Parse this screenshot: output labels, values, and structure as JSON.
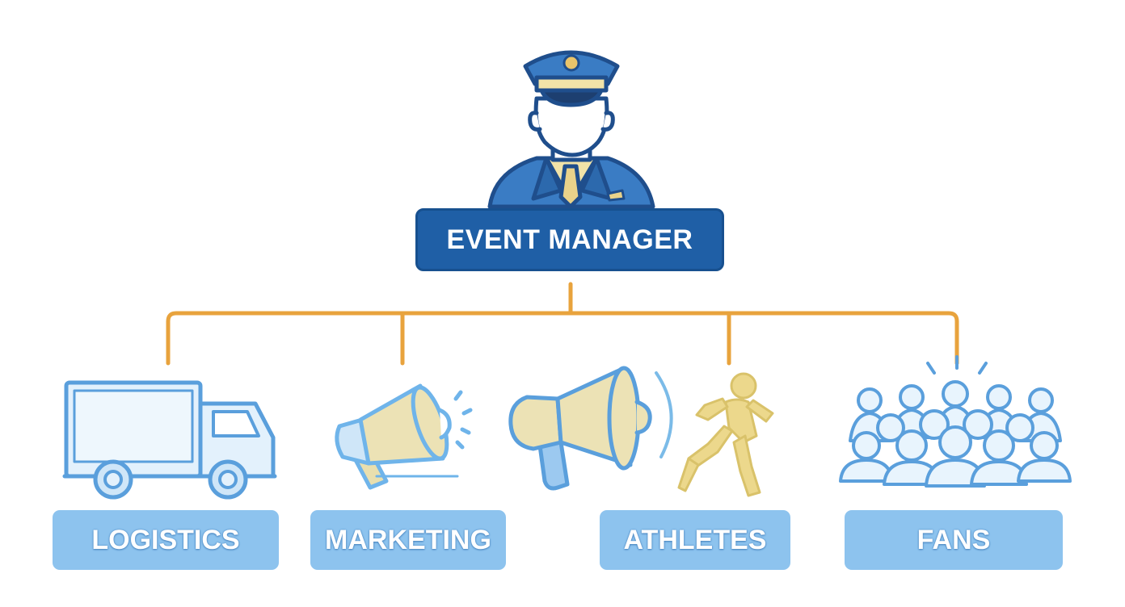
{
  "diagram": {
    "root": {
      "label": "EVENT MANAGER",
      "icon": "event-manager-officer-icon"
    },
    "children": [
      {
        "label": "LOGISTICS",
        "icon": "delivery-truck-icon"
      },
      {
        "label": "MARKETING",
        "icon": "megaphone-icon"
      },
      {
        "label": "ATHLETES",
        "icon": "megaphone-runner-icon"
      },
      {
        "label": "FANS",
        "icon": "crowd-icon"
      }
    ],
    "colors": {
      "root_box": "#1f5fa6",
      "child_box": "#8dc3ee",
      "connector": "#e8a33d",
      "icon_stroke": "#5a9fdc",
      "icon_accent": "#e9d9a0"
    }
  }
}
